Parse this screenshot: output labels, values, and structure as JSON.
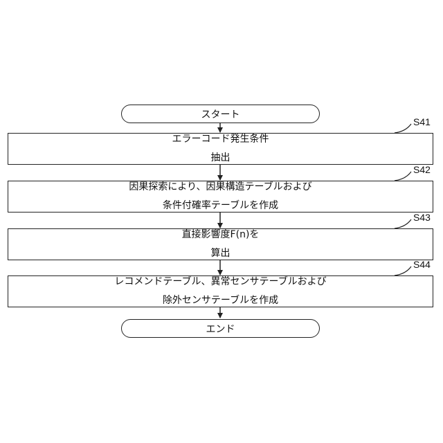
{
  "start": "スタート",
  "end": "エンド",
  "steps": [
    {
      "id": "S41",
      "lines": [
        "エラーコード発生条件",
        "抽出"
      ]
    },
    {
      "id": "S42",
      "lines": [
        "因果探索により、因果構造テーブルおよび",
        "条件付確率テーブルを作成"
      ]
    },
    {
      "id": "S43",
      "lines": [
        "直接影響度F(n)を",
        "算出"
      ]
    },
    {
      "id": "S44",
      "lines": [
        "レコメンドテーブル、異常センサテーブルおよび",
        "除外センサテーブルを作成"
      ]
    }
  ]
}
